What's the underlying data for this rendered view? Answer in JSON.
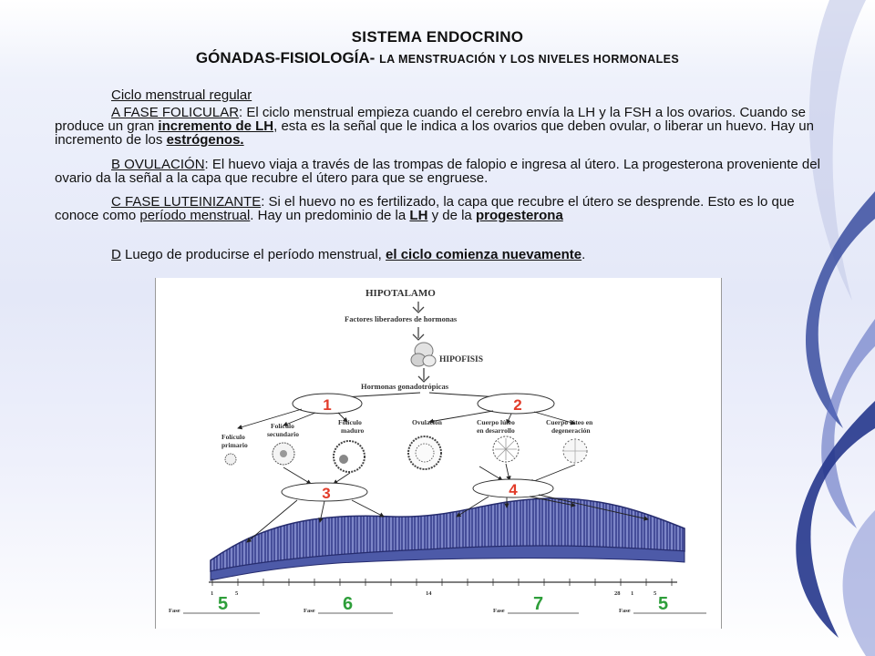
{
  "title": "SISTEMA ENDOCRINO",
  "subtitle_main": "GÓNADAS-FISIOLOGÍA-",
  "subtitle_small": "LA MENSTRUACIÓN Y LOS NIVELES HORMONALES",
  "paragraphs": {
    "p0": {
      "text": "Ciclo menstrual regular"
    },
    "p1": {
      "head": "A FASE FOLICULAR",
      "a": ": El ciclo menstrual empieza cuando el cerebro envía la LH y la FSH a los ovarios. Cuando se produce un gran ",
      "link1": "incremento de LH",
      "b": ", esta es la señal que le indica a los ovarios que deben ovular, o liberar un huevo. Hay un incremento de los ",
      "link2": "estrógenos."
    },
    "p2": {
      "head": "B OVULACIÓN",
      "a": ": El huevo viaja a través de las trompas de falopio e ingresa al útero. La progesterona proveniente del ovario da la señal a la capa que recubre el útero para que se engruese."
    },
    "p3": {
      "head": "C FASE LUTEINIZANTE",
      "a": ": Si el huevo no es fertilizado, la capa que recubre el útero se desprende. Esto es lo que conoce como ",
      "link1": "período menstrual",
      "b": ". Hay un predominio de la ",
      "link2": "LH",
      "c": " y de la ",
      "link3": "progesterona"
    },
    "p4": {
      "head": "D",
      "a": " Luego de producirse el período menstrual, ",
      "link1": "el ciclo comienza nuevamente",
      "b": "."
    }
  },
  "figure": {
    "hipotalamo": "HIPOTALAMO",
    "factores": "Factores liberadores de hormonas",
    "hipofisis": "HIPOFISIS",
    "gonadotropicas": "Hormonas gonadotrópicas",
    "n1": "1",
    "n2": "2",
    "n3": "3",
    "n4": "4",
    "foliculo_primario_1": "Folículo",
    "foliculo_primario_2": "primario",
    "foliculo_secundario_1": "Folículo",
    "foliculo_secundario_2": "secundario",
    "foliculo_maduro_1": "Folículo",
    "foliculo_maduro_2": "maduro",
    "ovulacion": "Ovulación",
    "cuerpo_desarrollo_1": "Cuerpo lúteo",
    "cuerpo_desarrollo_2": "en desarrollo",
    "cuerpo_degeneracion_1": "Cuerpo lúteo en",
    "cuerpo_degeneracion_2": "degeneración",
    "ticks": {
      "t1": "1",
      "t5": "5",
      "t14": "14",
      "t28": "28",
      "t1b": "1",
      "t5b": "5"
    },
    "fase_label": "Fase",
    "fases": {
      "f1": "5",
      "f2": "6",
      "f3": "7",
      "f4": "5"
    }
  }
}
